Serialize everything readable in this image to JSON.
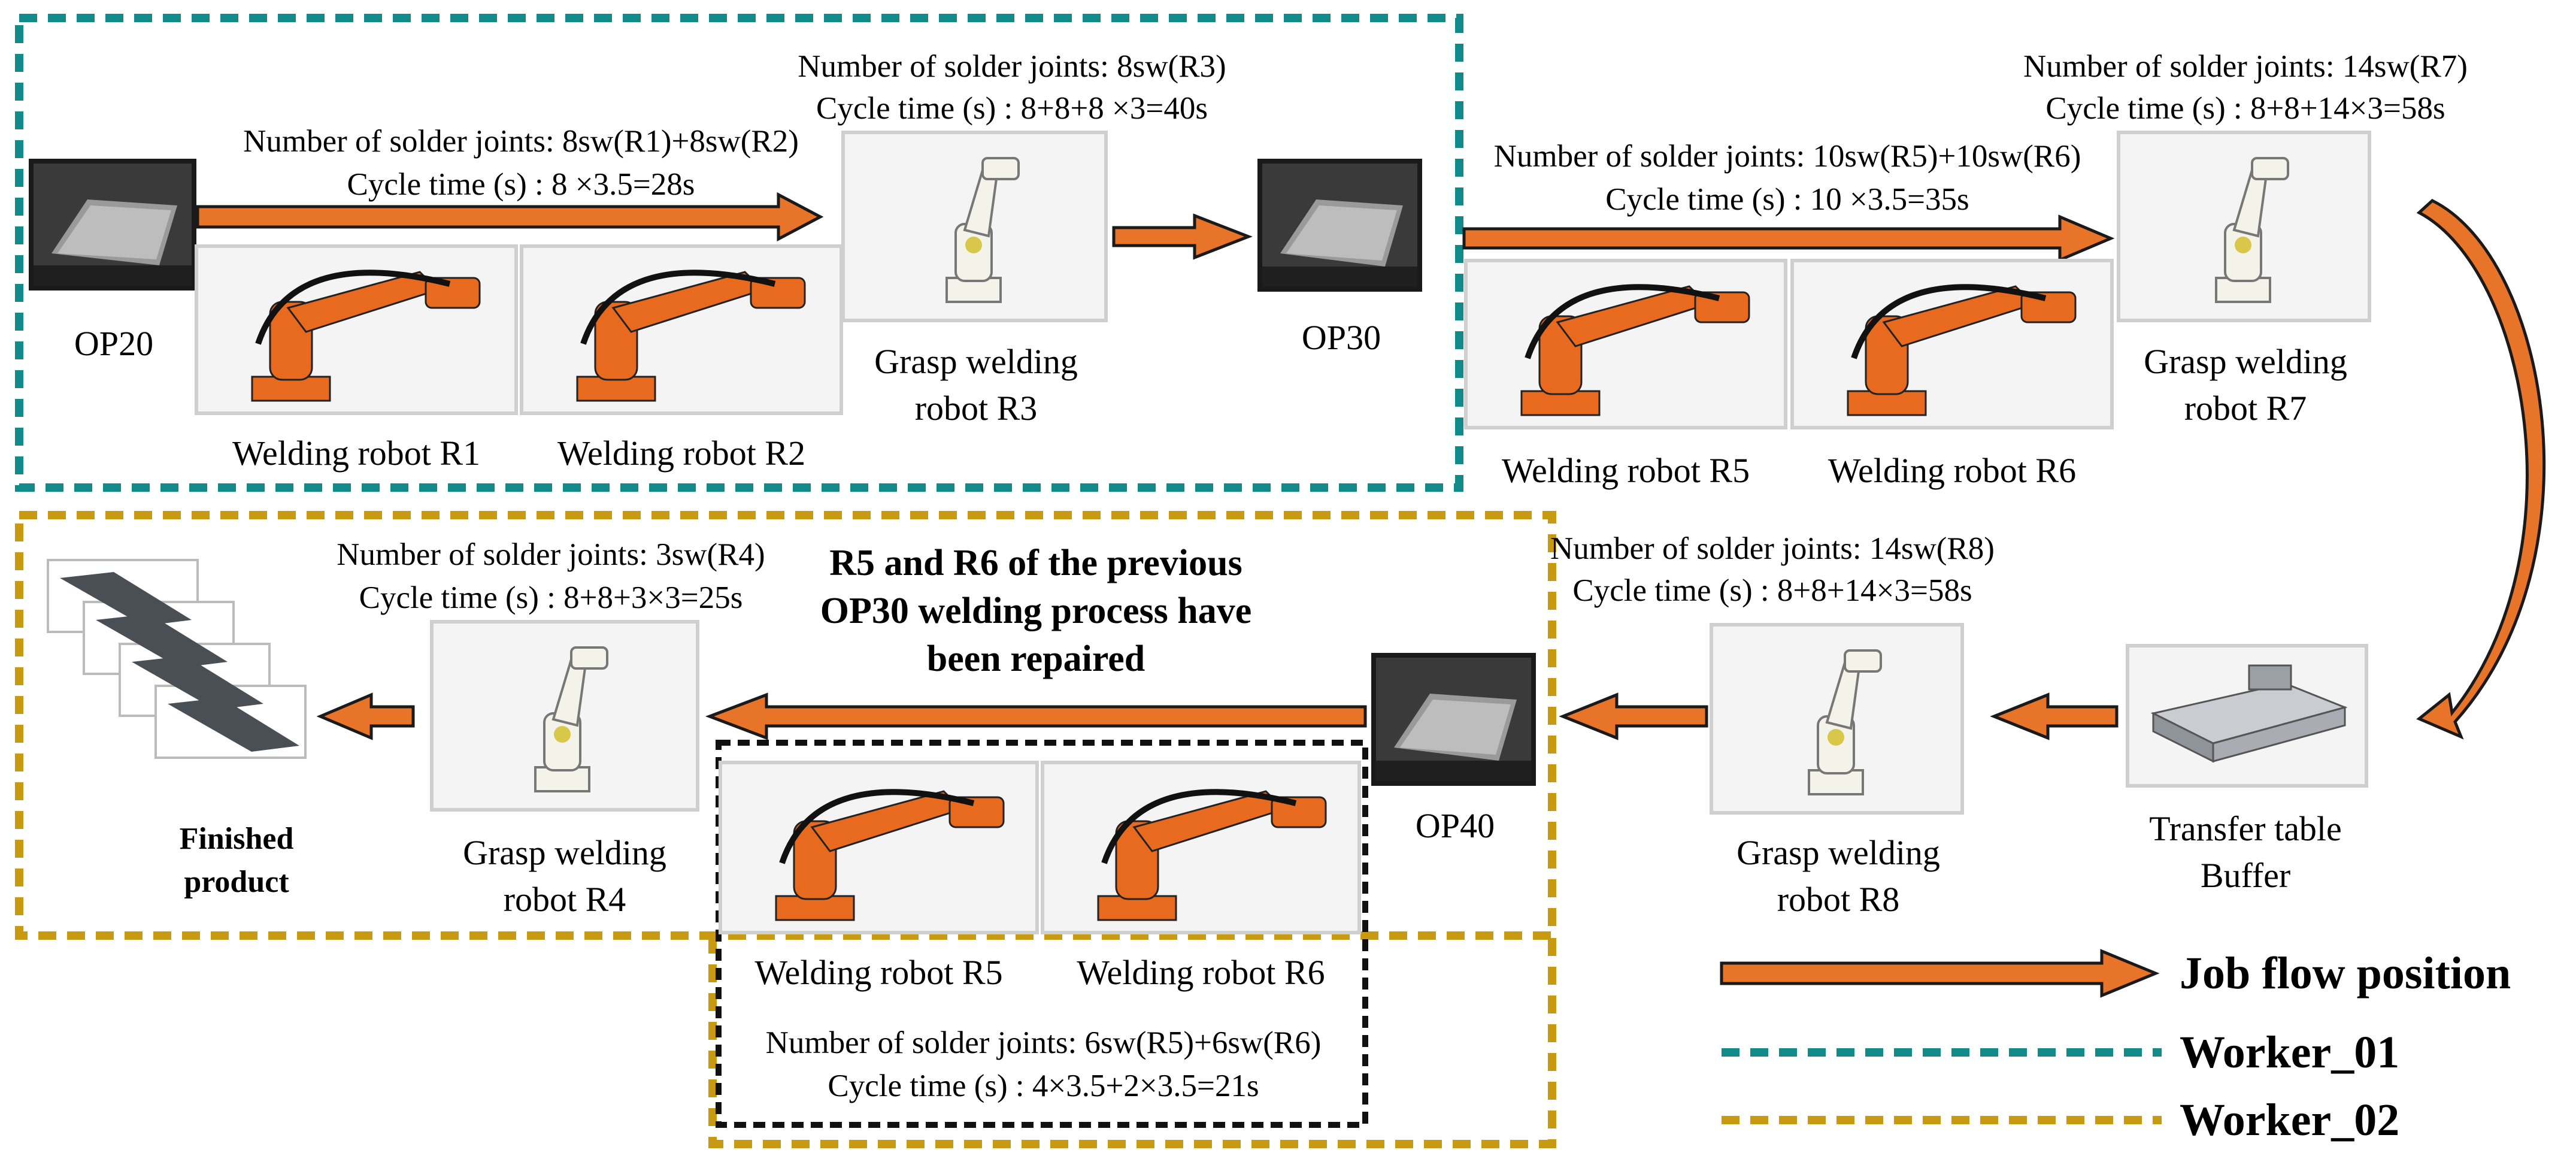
{
  "stations": {
    "op20": "OP20",
    "op30": "OP30",
    "op40": "OP40"
  },
  "robots": {
    "r1": "Welding robot R1",
    "r2": "Welding robot R2",
    "r3": "Grasp welding\nrobot R3",
    "r5_top": "Welding robot R5",
    "r6_top": "Welding robot R6",
    "r7": "Grasp welding\nrobot R7",
    "r8": "Grasp welding\nrobot R8",
    "r4": "Grasp welding\nrobot R4",
    "r5_bottom": "Welding robot R5",
    "r6_bottom": "Welding robot R6"
  },
  "annotations": {
    "r1r2_joints": "Number of solder joints: 8sw(R1)+8sw(R2)",
    "r1r2_cycle": "Cycle time (s) : 8  ×3.5=28s",
    "r3_joints": "Number of solder joints: 8sw(R3)",
    "r3_cycle": "Cycle time (s) : 8+8+8  ×3=40s",
    "r5r6_joints": "Number of solder joints: 10sw(R5)+10sw(R6)",
    "r5r6_cycle": "Cycle time (s) : 10  ×3.5=35s",
    "r7_joints": "Number of solder joints: 14sw(R7)",
    "r7_cycle": "Cycle time (s) : 8+8+14×3=58s",
    "r8_joints": "Number of solder joints: 14sw(R8)",
    "r8_cycle": "Cycle time (s) : 8+8+14×3=58s",
    "r4_joints": "Number of solder joints: 3sw(R4)",
    "r4_cycle": "Cycle time (s) : 8+8+3×3=25s",
    "repair_joints": "Number of solder joints: 6sw(R5)+6sw(R6)",
    "repair_cycle": "Cycle time (s) : 4×3.5+2×3.5=21s",
    "repaired_note": "R5 and R6 of the previous\nOP30 welding process have\nbeen repaired"
  },
  "transfer": "Transfer table\nBuffer",
  "finished": "Finished\nproduct",
  "legend": {
    "job_flow": "Job flow position",
    "worker1": "Worker_01",
    "worker2": "Worker_02"
  },
  "colors": {
    "arrow_fill": "#e8742a",
    "arrow_stroke": "#1a1a1a",
    "worker1": "#138a8a",
    "worker2": "#c89a12",
    "repair_box": "#111111",
    "robot_orange": "#e86a1e"
  }
}
